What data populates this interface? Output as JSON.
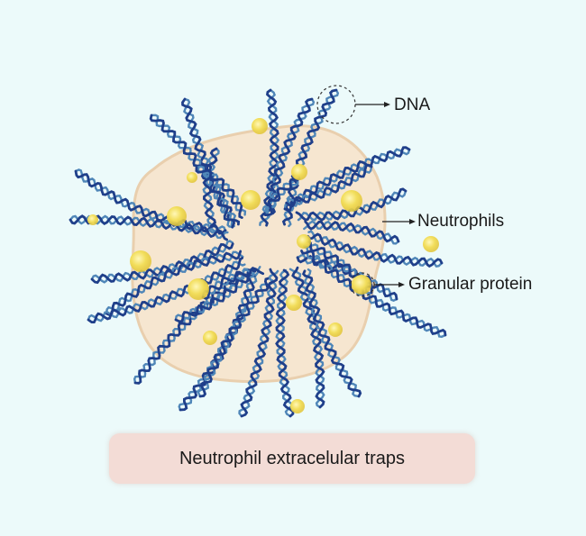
{
  "labels": {
    "dna": "DNA",
    "neutrophils": "Neutrophils",
    "granular_protein": "Granular protein"
  },
  "caption": "Neutrophil extracelular traps",
  "colors": {
    "background": "#ecfafa",
    "cell_fill": "#f6e6d0",
    "cell_outline": "#e9cfae",
    "dna_dark": "#1f3f8a",
    "dna_light": "#4f86b8",
    "granule": "#f0dc58",
    "caption_bg": "#f3dcd6"
  }
}
